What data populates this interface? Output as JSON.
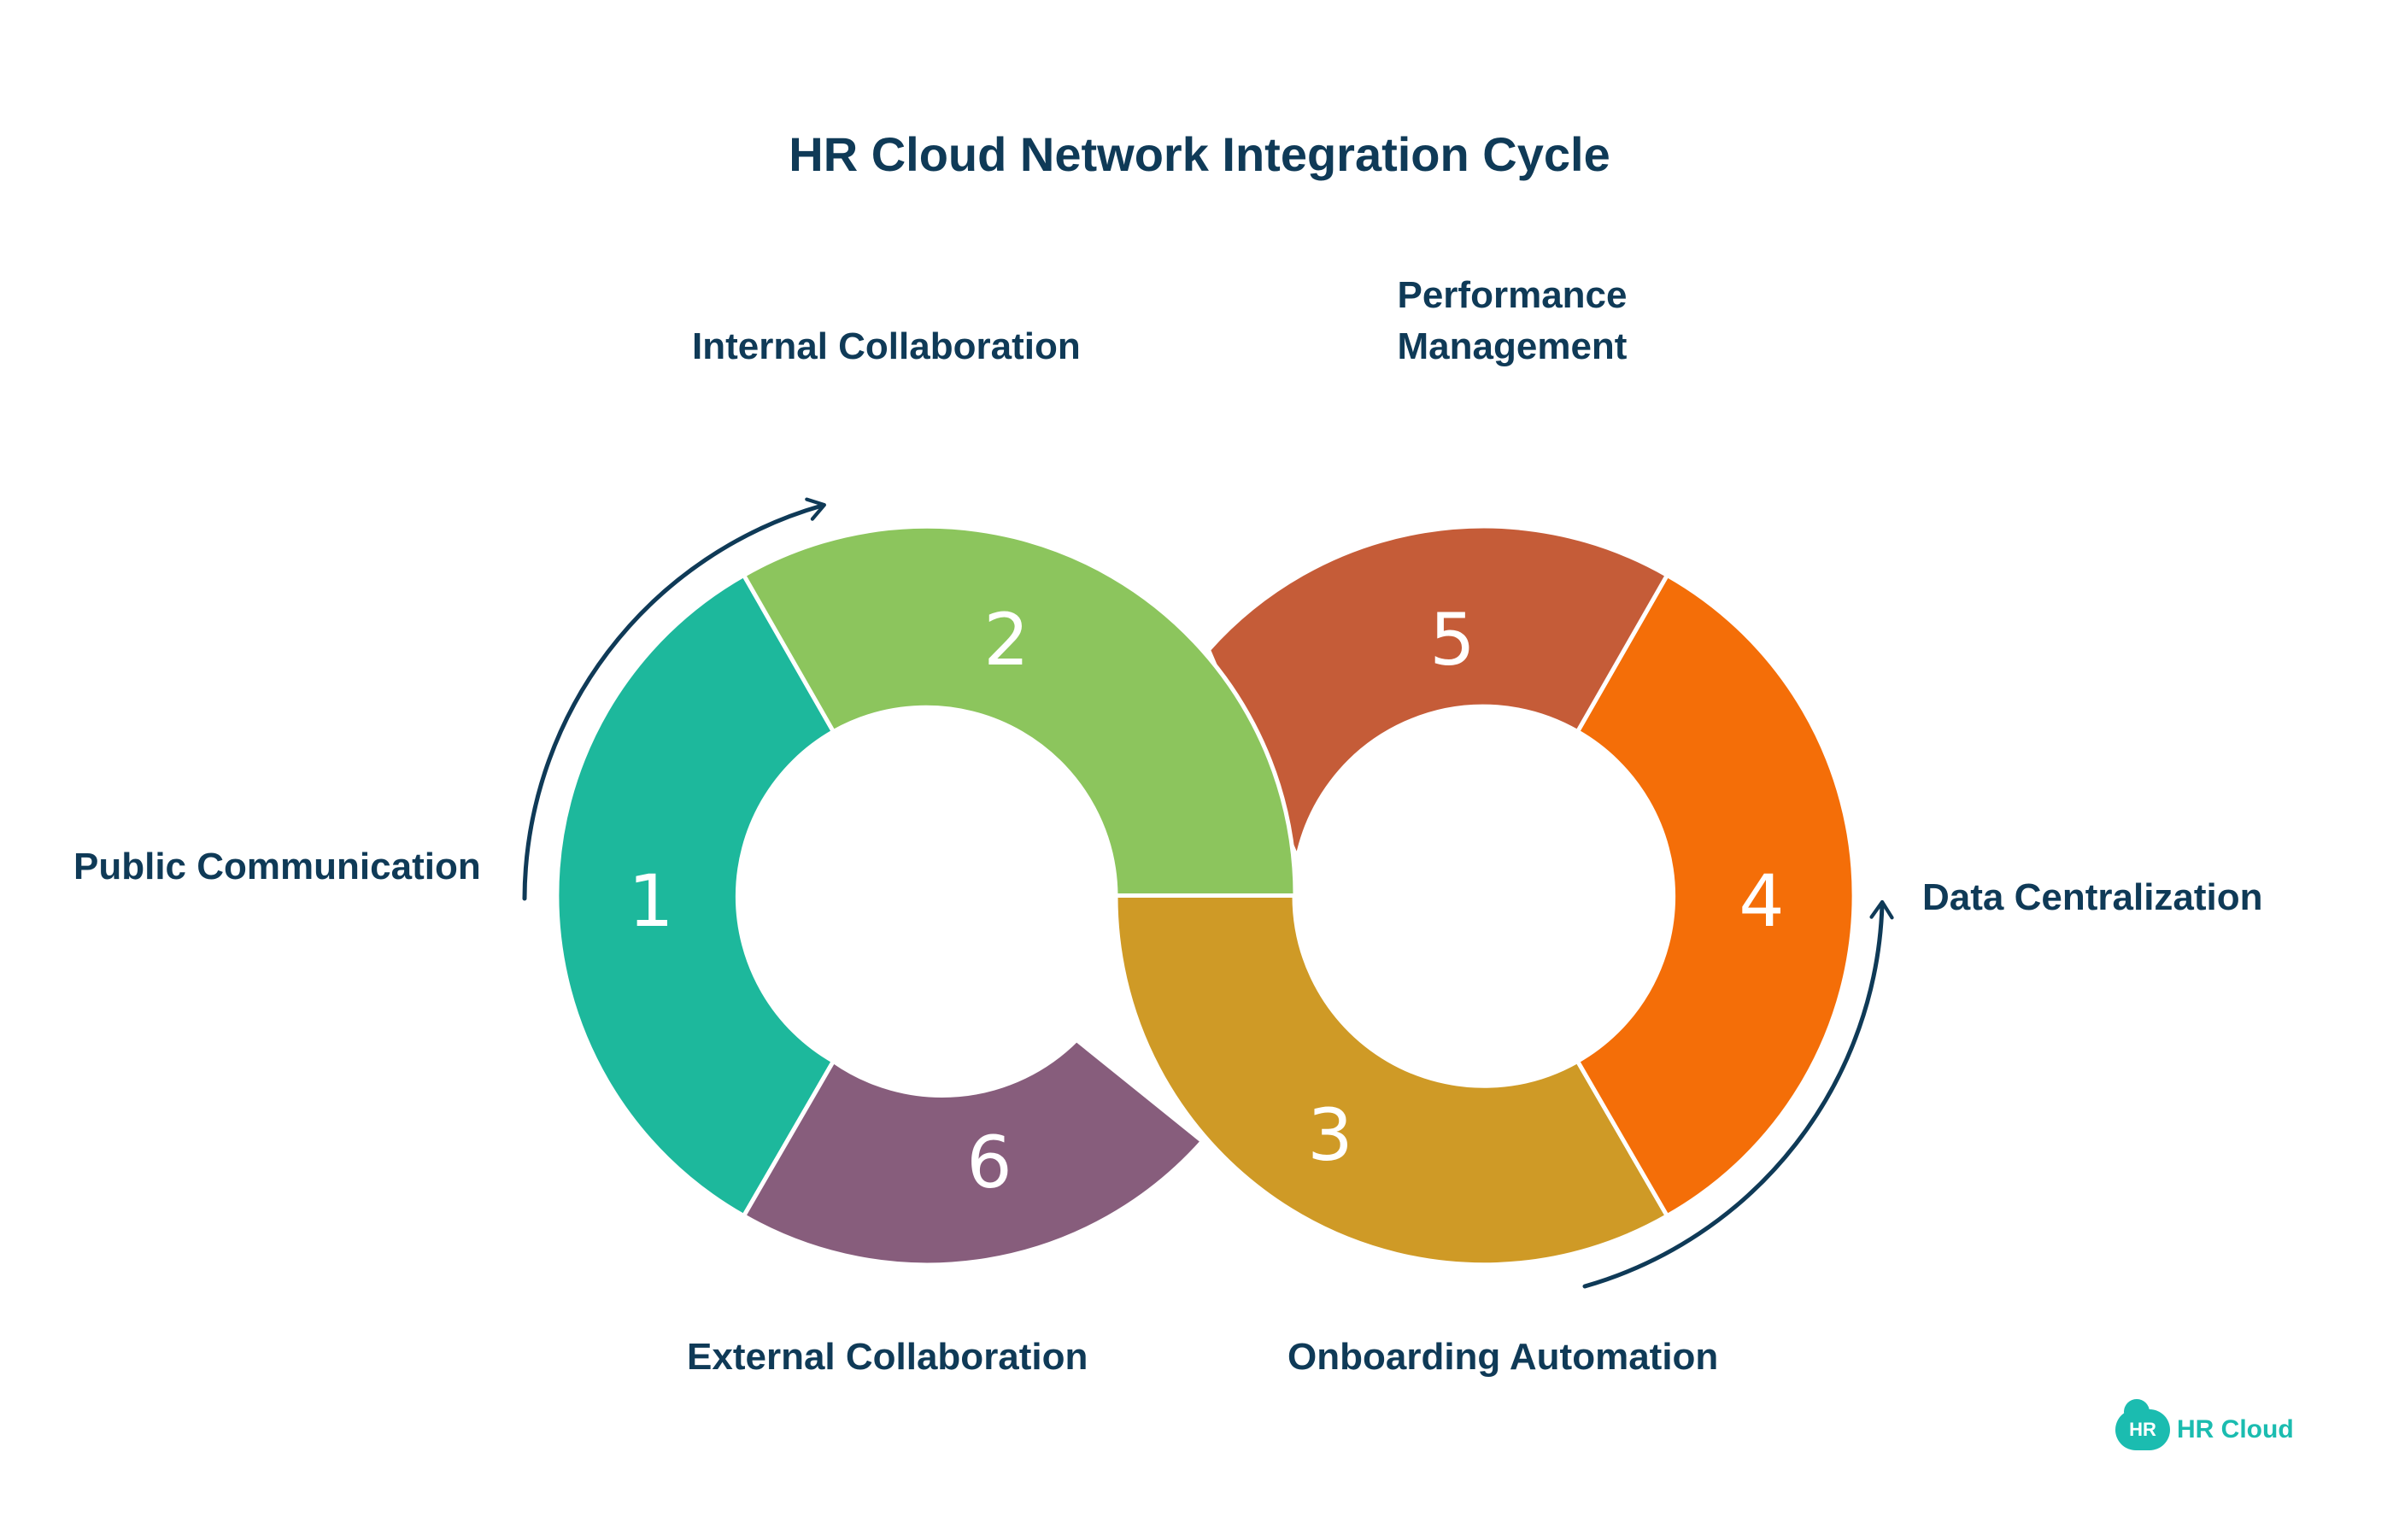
{
  "title": "HR Cloud Network Integration Cycle",
  "colors": {
    "teal": "#1db89c",
    "green": "#8cc55d",
    "gold": "#cf9a26",
    "orange": "#f46e08",
    "rust": "#c55c38",
    "purple": "#875d7c",
    "navy": "#0f3a57",
    "logo": "#1bbcb0"
  },
  "segments": [
    {
      "number": "1",
      "label": "Public Communication"
    },
    {
      "number": "2",
      "label": "Internal Collaboration"
    },
    {
      "number": "3",
      "label": "Onboarding Automation"
    },
    {
      "number": "4",
      "label": "Data Centralization"
    },
    {
      "number": "5",
      "label_line1": "Performance",
      "label_line2": "Management"
    },
    {
      "number": "6",
      "label": "External Collaboration"
    }
  ],
  "logo": {
    "badge": "HR",
    "text": "HR Cloud"
  }
}
